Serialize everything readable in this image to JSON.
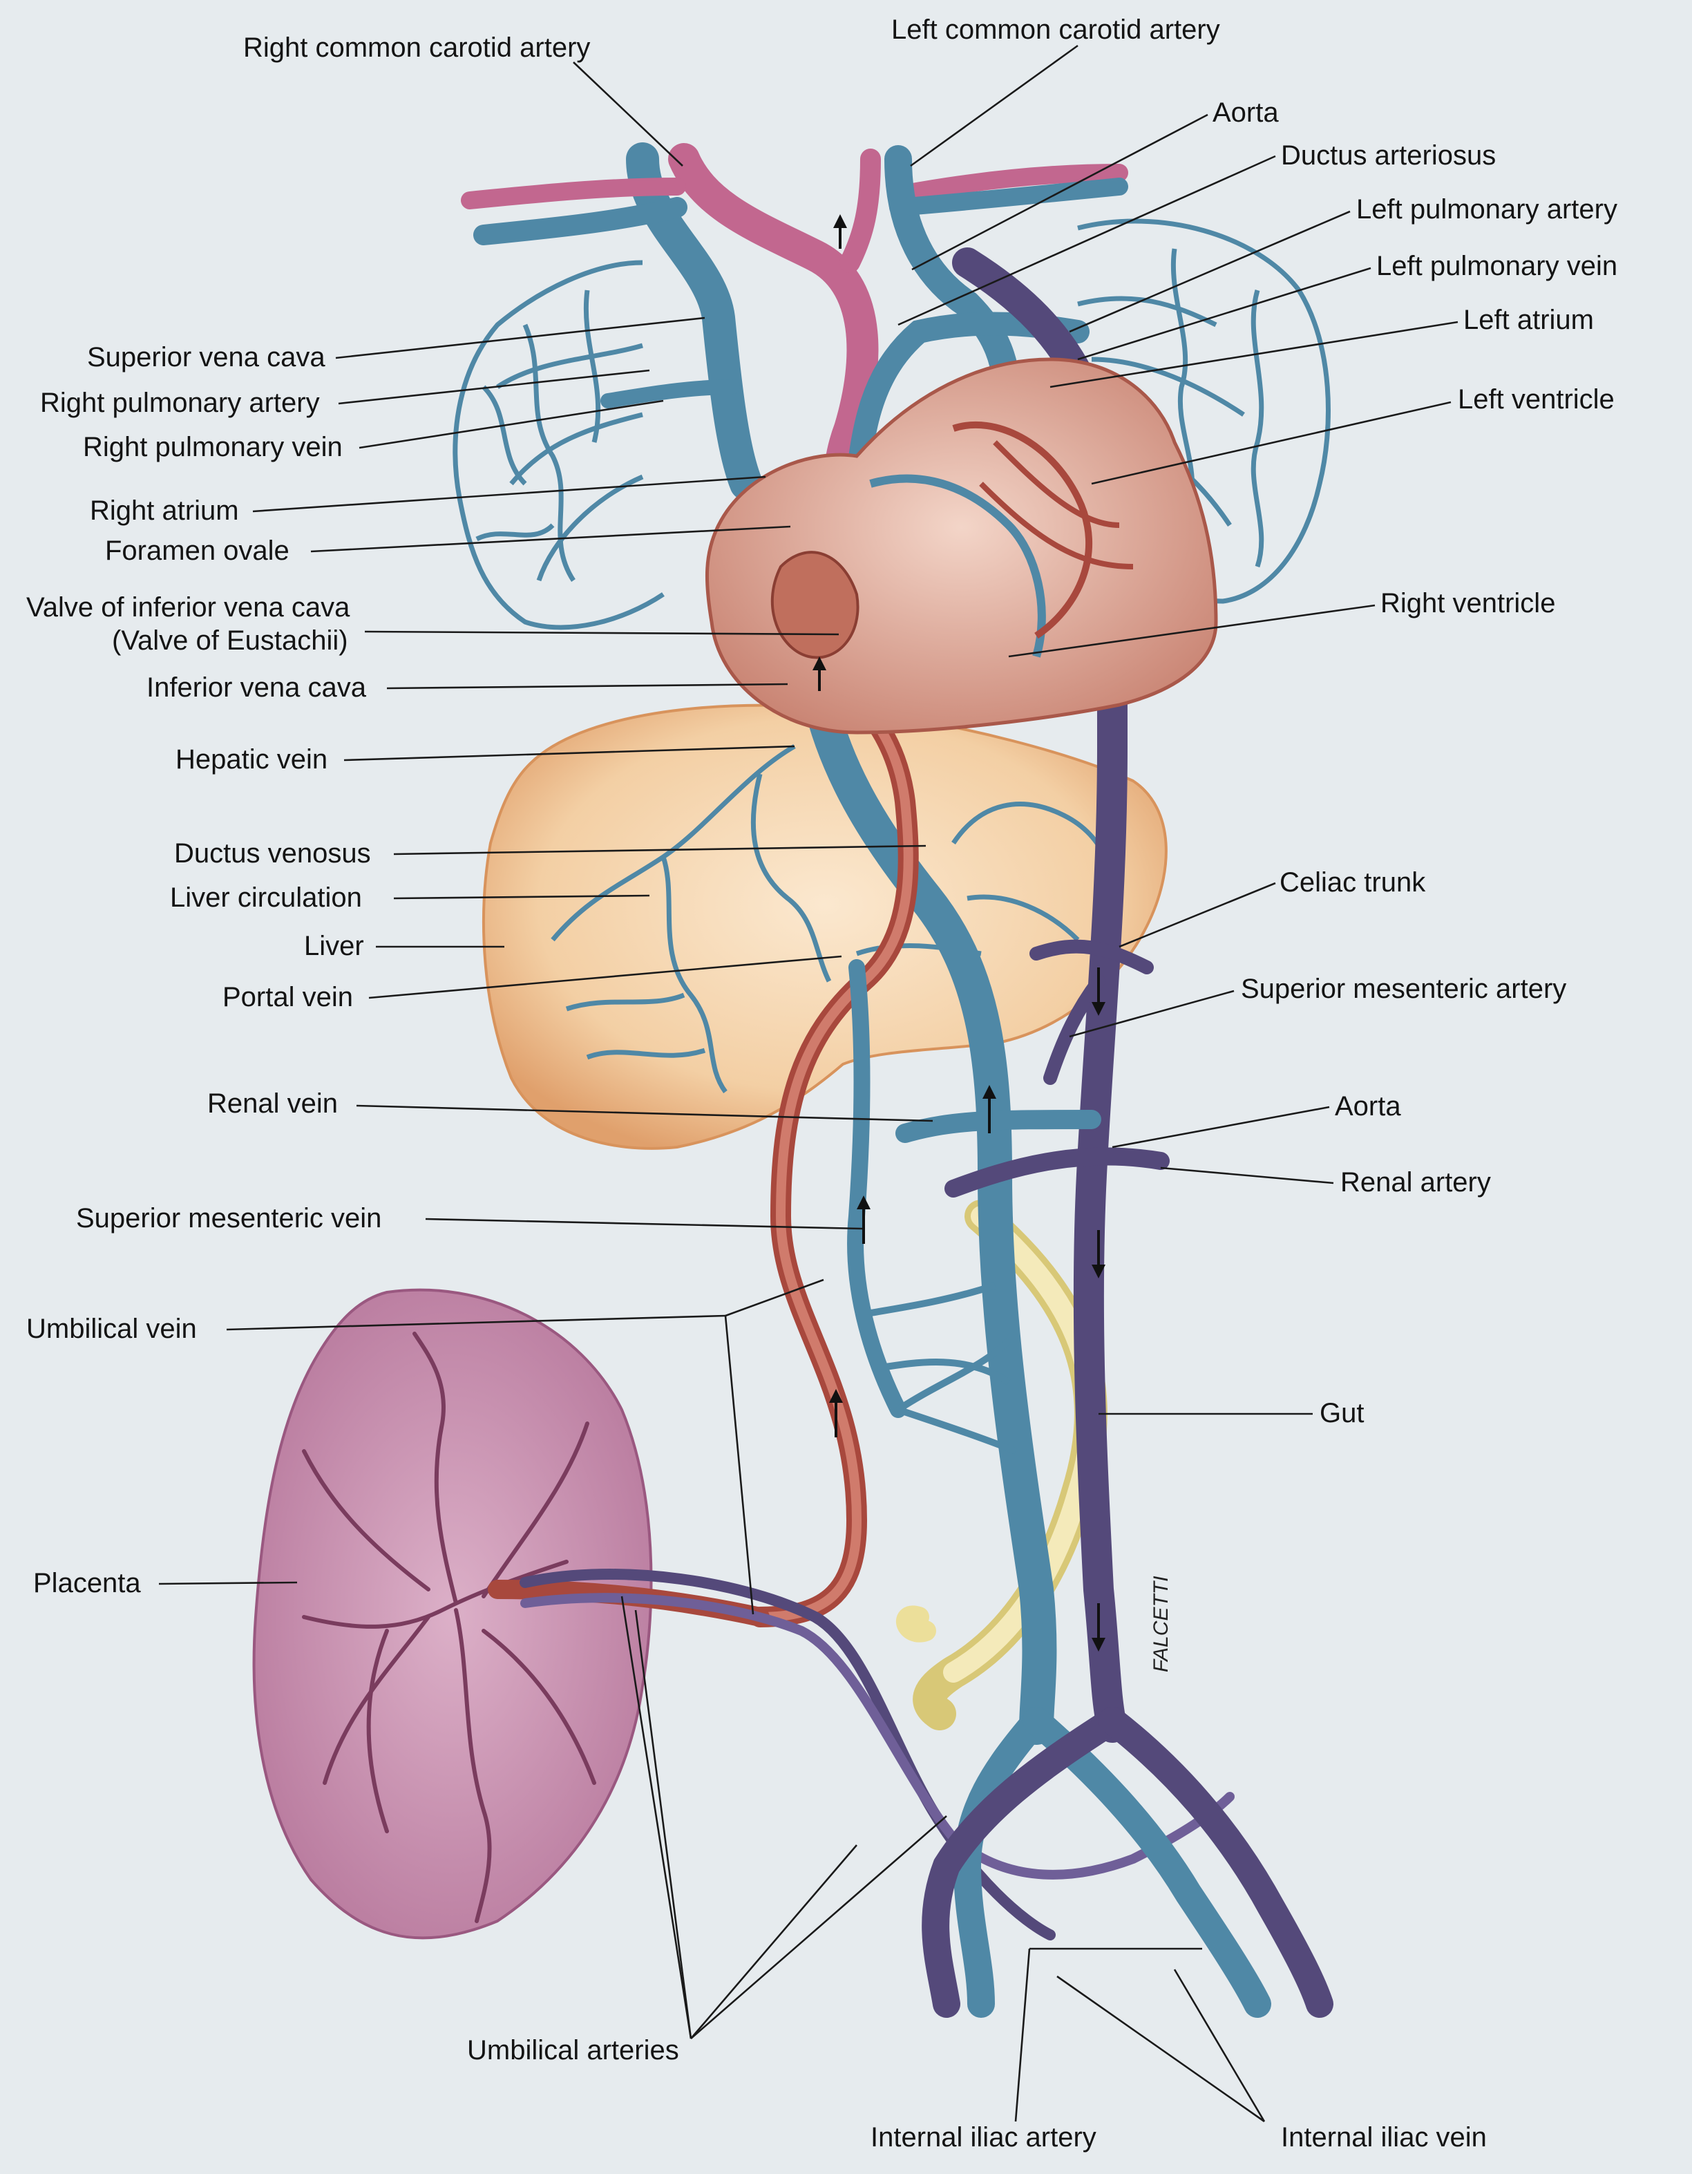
{
  "figure": {
    "signature": "FALCETTI",
    "colors": {
      "background": "#e6ebee",
      "oxygenated_blood": "#c9604f",
      "mixed_blood_pink": "#c2678f",
      "deoxygenated_blue": "#4f88a6",
      "deep_vessel": "#54497a",
      "heart_muscle": "#d9a191",
      "liver": "#f0c49b",
      "placenta": "#c88fb1",
      "gut": "#ecdf9a"
    }
  },
  "labels": {
    "right_common_carotid_artery": "Right common carotid artery",
    "left_common_carotid_artery": "Left common carotid artery",
    "aorta_top": "Aorta",
    "ductus_arteriosus": "Ductus arteriosus",
    "left_pulmonary_artery": "Left pulmonary artery",
    "left_pulmonary_vein": "Left pulmonary vein",
    "left_atrium": "Left atrium",
    "left_ventricle": "Left ventricle",
    "superior_vena_cava": "Superior vena cava",
    "right_pulmonary_artery": "Right pulmonary artery",
    "right_pulmonary_vein": "Right pulmonary vein",
    "right_atrium": "Right atrium",
    "foramen_ovale": "Foramen ovale",
    "valve_ivc_line1": "Valve of inferior vena cava",
    "valve_ivc_line2": "(Valve of Eustachii)",
    "right_ventricle": "Right ventricle",
    "inferior_vena_cava": "Inferior vena cava",
    "hepatic_vein": "Hepatic vein",
    "ductus_venosus": "Ductus venosus",
    "liver_circulation": "Liver circulation",
    "liver": "Liver",
    "portal_vein": "Portal vein",
    "celiac_trunk": "Celiac trunk",
    "superior_mesenteric_artery": "Superior mesenteric artery",
    "renal_vein": "Renal vein",
    "aorta_abdominal": "Aorta",
    "renal_artery": "Renal artery",
    "superior_mesenteric_vein": "Superior mesenteric vein",
    "umbilical_vein": "Umbilical vein",
    "gut": "Gut",
    "placenta": "Placenta",
    "umbilical_arteries": "Umbilical arteries",
    "internal_iliac_artery": "Internal iliac artery",
    "internal_iliac_vein": "Internal iliac vein"
  }
}
